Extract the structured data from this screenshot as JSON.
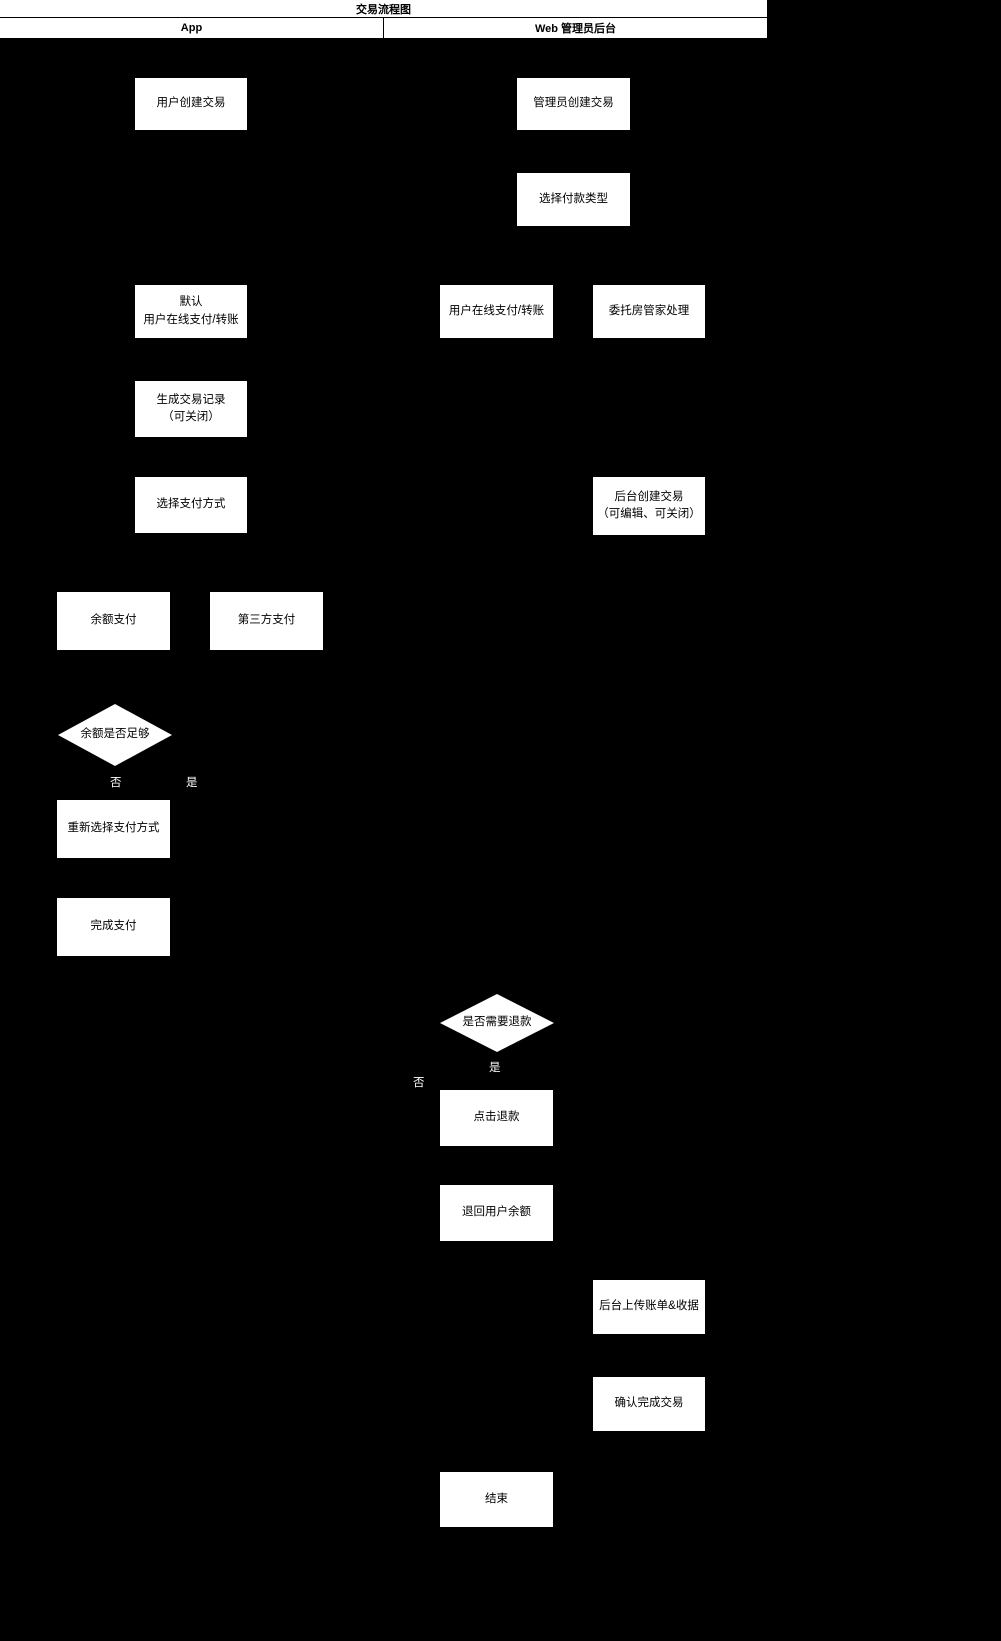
{
  "title": "交易流程图",
  "lanes": [
    {
      "label": "App"
    },
    {
      "label": "Web 管理员后台"
    }
  ],
  "nodes": {
    "user_create": {
      "label": "用户创建交易"
    },
    "admin_create": {
      "label": "管理员创建交易"
    },
    "select_pay_type": {
      "label": "选择付款类型"
    },
    "default_online_pay": {
      "label": "默认\n用户在线支付/转账"
    },
    "user_online_pay": {
      "label": "用户在线支付/转账"
    },
    "housekeeper": {
      "label": "委托房管家处理"
    },
    "gen_record": {
      "label": "生成交易记录\n（可关闭）"
    },
    "select_pay_method": {
      "label": "选择支付方式"
    },
    "backend_create": {
      "label": "后台创建交易\n（可编辑、可关闭）"
    },
    "balance_pay": {
      "label": "余额支付"
    },
    "third_party_pay": {
      "label": "第三方支付"
    },
    "decision_balance_enough": {
      "label": "余额是否足够"
    },
    "reselect_pay": {
      "label": "重新选择支付方式"
    },
    "complete_pay": {
      "label": "完成支付"
    },
    "decision_need_refund": {
      "label": "是否需要退款"
    },
    "click_refund": {
      "label": "点击退款"
    },
    "return_balance": {
      "label": "退回用户余额"
    },
    "upload_bill": {
      "label": "后台上传账单&收据"
    },
    "confirm_complete": {
      "label": "确认完成交易"
    },
    "end": {
      "label": "结束"
    }
  },
  "edge_labels": {
    "balance_no": "否",
    "balance_yes": "是",
    "refund_yes": "是",
    "refund_no": "否"
  },
  "colors": {
    "background": "#000000",
    "node_fill": "#ffffff",
    "node_text": "#000000",
    "label_text": "#ffffff"
  }
}
